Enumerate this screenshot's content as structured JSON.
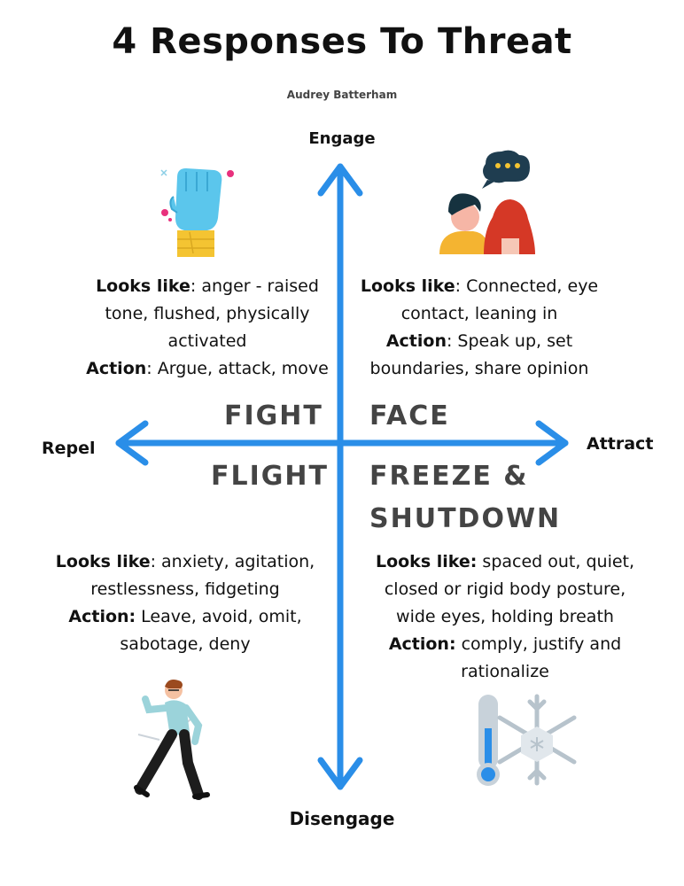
{
  "header": {
    "title": "4 Responses To Threat",
    "author": "Audrey Batterham"
  },
  "axes": {
    "top": "Engage",
    "bottom": "Disengage",
    "left": "Repel",
    "right": "Attract",
    "color": "#2a8ee8"
  },
  "quadrants": {
    "fight": {
      "title": "FIGHT",
      "looks_like_label": "Looks like",
      "looks_like_text": ": anger - raised tone, flushed, physically activated",
      "action_label": "Action",
      "action_text": ": Argue, attack, move"
    },
    "face": {
      "title": "FACE",
      "looks_like_label": "Looks like",
      "looks_like_text": ": Connected, eye contact, leaning in",
      "action_label": "Action",
      "action_text": ": Speak up, set boundaries, share opinion"
    },
    "flight": {
      "title": "FLIGHT",
      "looks_like_label": "Looks like",
      "looks_like_text": ": anxiety, agitation, restlessness, fidgeting",
      "action_label": "Action:",
      "action_text": " Leave, avoid, omit, sabotage, deny"
    },
    "freeze": {
      "title_line1": "FREEZE &",
      "title_line2": "SHUTDOWN",
      "looks_like_label": "Looks like:",
      "looks_like_text": " spaced out, quiet, closed or rigid body posture, wide eyes, holding breath",
      "action_label": "Action:",
      "action_text": " comply, justify and rationalize"
    }
  },
  "icons": {
    "fight": "raised-fist-icon",
    "face": "talking-people-icon",
    "flight": "running-man-icon",
    "freeze": "thermometer-snowflake-icon"
  }
}
